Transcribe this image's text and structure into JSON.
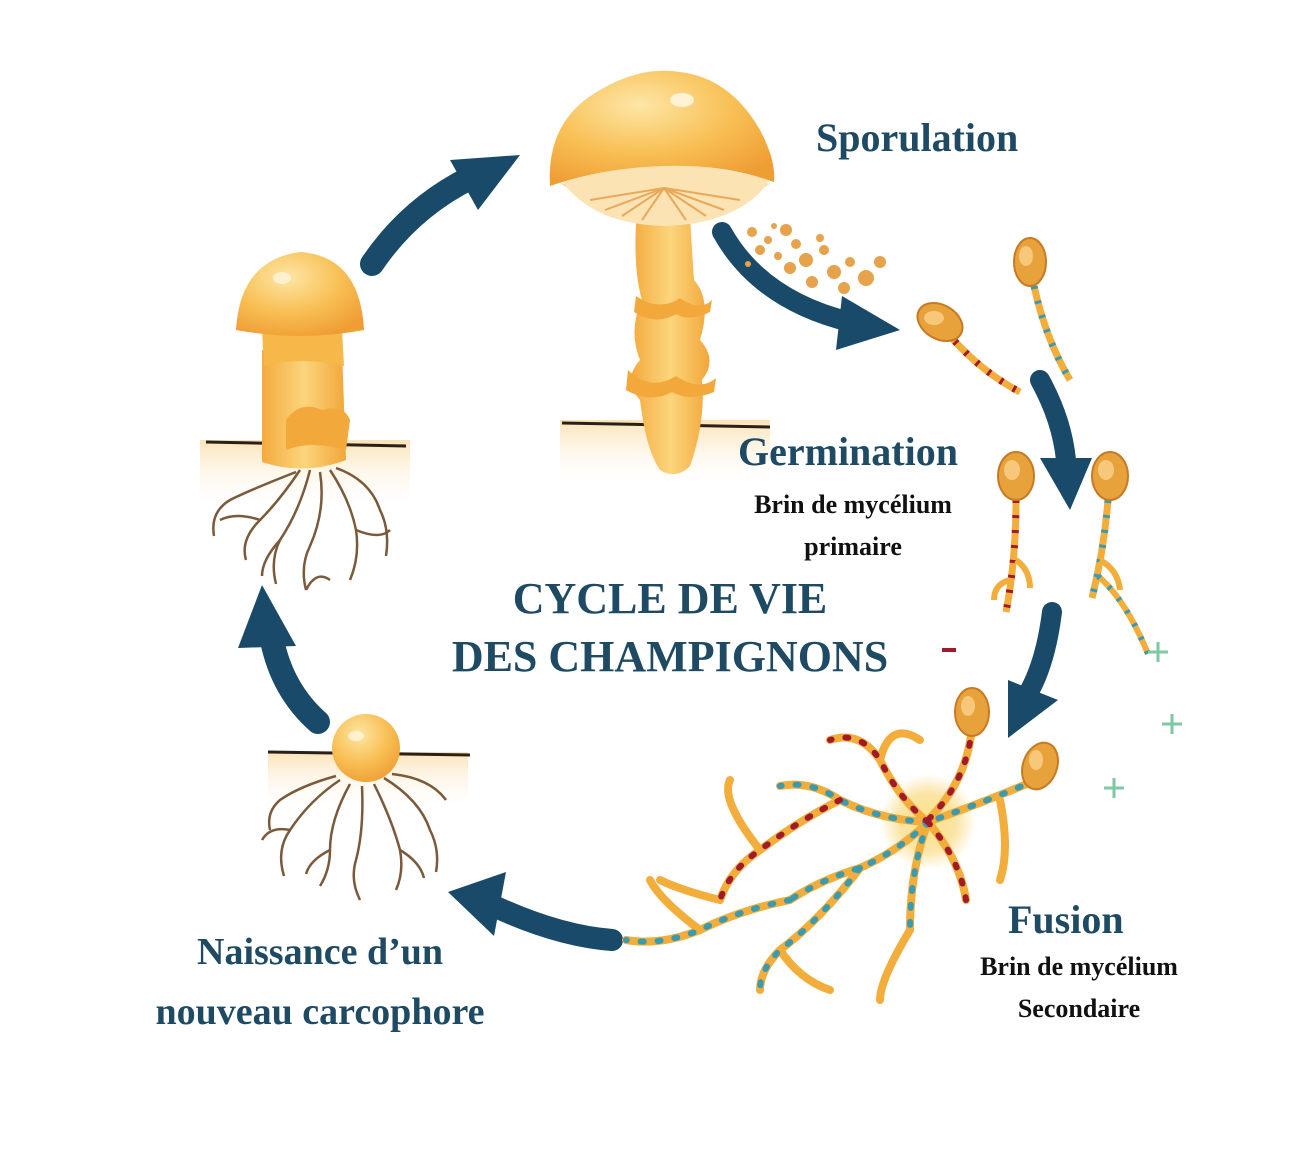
{
  "title": {
    "line1": "CYCLE DE VIE",
    "line2": "DES CHAMPIGNONS"
  },
  "stages": {
    "sporulation": {
      "title": "Sporulation"
    },
    "germination": {
      "title": "Germination",
      "sub1": "Brin de mycélium",
      "sub2": "primaire"
    },
    "fusion": {
      "title": "Fusion",
      "sub1": "Brin de mycélium",
      "sub2": "Secondaire"
    },
    "naissance": {
      "line1": "Naissance d’un",
      "line2": "nouveau carcophore"
    }
  },
  "signs": {
    "minus": "-",
    "plus": "+"
  },
  "colors": {
    "arrow": "#1a4a69",
    "label": "#1f4a63",
    "mushroom": "#f7b944",
    "mushroom_light": "#fcd680",
    "mushroom_dark": "#e8923a",
    "root": "#7a5a3a",
    "minus": "#a01a2a",
    "plus": "#7dc9a2"
  }
}
